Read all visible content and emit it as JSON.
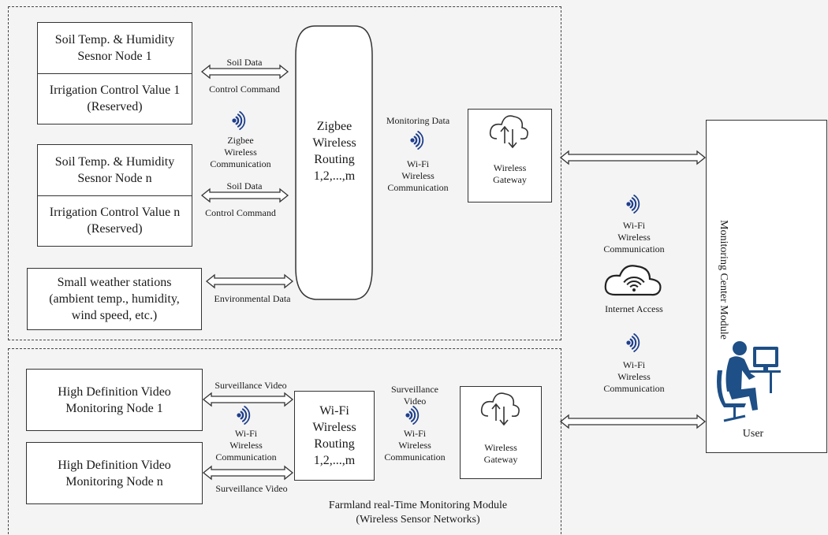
{
  "colors": {
    "wifi_blue": "#1f3f8c",
    "user_blue": "#1e4f86",
    "line": "#333333"
  },
  "top_module": {
    "sensor1_top": "Soil Temp. & Humidity\nSesnor Node 1",
    "sensor1_bottom": "Irrigation Control Value 1\n(Reserved)",
    "sensorn_top": "Soil Temp. & Humidity\nSesnor Node n",
    "sensorn_bottom": "Irrigation Control Value n\n(Reserved)",
    "weather": "Small weather stations\n(ambient temp., humidity,\nwind speed, etc.)",
    "soil_data_1": "Soil Data",
    "control_cmd_1": "Control Command",
    "zigbee_comm": "Zigbee\nWireless\nCommunication",
    "soil_data_n": "Soil Data",
    "control_cmd_n": "Control Command",
    "env_data": "Environmental Data",
    "zigbee_routing": "Zigbee\nWireless\nRouting\n1,2,...,m",
    "monitoring_data": "Monitoring Data",
    "wifi_comm": "Wi-Fi\nWireless\nCommunication",
    "gateway": "Wireless\nGateway"
  },
  "bottom_module": {
    "video1": "High Definition Video\nMonitoring Node 1",
    "videon": "High Definition Video\nMonitoring Node n",
    "surv_video_top": "Surveillance Video",
    "wifi_comm_left": "Wi-Fi\nWireless\nCommunication",
    "surv_video_bottom": "Surveillance Video",
    "wifi_routing": "Wi-Fi\nWireless\nRouting\n1,2,...,m",
    "surv_video_mid": "Surveillance\nVideo",
    "wifi_comm_mid": "Wi-Fi\nWireless\nCommunication",
    "gateway": "Wireless\nGateway",
    "module_caption": "Farmland real-Time Monitoring Module\n(Wireless Sensor Networks)"
  },
  "middle": {
    "wifi_comm_top": "Wi-Fi\nWireless\nCommunication",
    "internet": "Internet Access",
    "wifi_comm_bottom": "Wi-Fi\nWireless\nCommunication"
  },
  "monitoring_center": {
    "title": "Monitoring Center Module",
    "user": "User"
  },
  "icons": [
    "wifi-icon",
    "cloud-upload-icon",
    "cloud-wifi-icon",
    "user-computer-icon"
  ]
}
